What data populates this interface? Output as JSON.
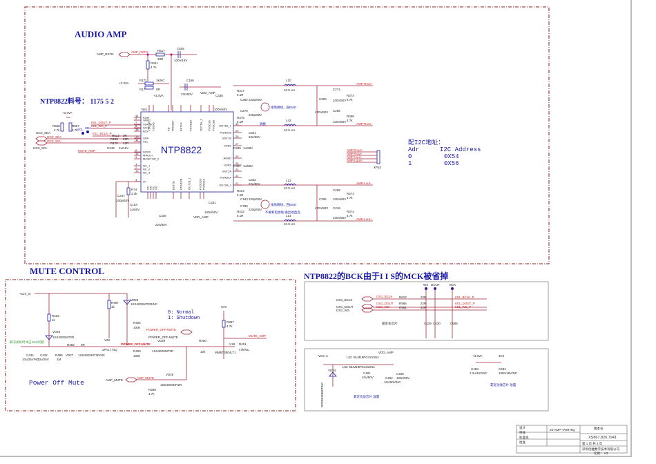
{
  "sections": {
    "audio_amp_title": "AUDIO AMP",
    "mute_control_title": "MUTE CONTROL",
    "ntp_note": "NTP8822料号：  1175 5 2",
    "i2s_note": "NTP8822的BCK由于I I S的MCK被省掉",
    "power_off_mute": "Power Off Mute",
    "mute_legend": [
      "0: Normal",
      "1: Shutdown"
    ]
  },
  "i2c_table": {
    "title": "配I2C地址：",
    "headers": [
      "Adr",
      "I2C Address"
    ],
    "rows": [
      [
        "0",
        "0X54"
      ],
      [
        "1",
        "0X56"
      ]
    ]
  },
  "chip": {
    "ref": "N61",
    "name": "NTP8822",
    "left_pins": [
      {
        "num": "41",
        "name": "Epad"
      },
      {
        "num": "4",
        "name": "GND"
      },
      {
        "num": "7",
        "name": "SDATA"
      },
      {
        "num": "8",
        "name": "WCK"
      },
      {
        "num": "38",
        "name": "BCK"
      },
      {
        "num": "10",
        "name": "SDA"
      },
      {
        "num": "11",
        "name": "SCL"
      },
      {
        "num": "6",
        "name": "DVDD"
      },
      {
        "num": "12",
        "name": "#FAULT"
      },
      {
        "num": "9",
        "name": "MONITOR_0"
      },
      {
        "num": "1",
        "name": "NC_1"
      },
      {
        "num": "2",
        "name": "NC_2"
      },
      {
        "num": "13",
        "name": "NC_3"
      },
      {
        "num": "3",
        "name": "LP"
      }
    ],
    "right_pins": [
      {
        "num": "30",
        "name": "OUT1B_1"
      },
      {
        "num": "29",
        "name": "PGND1B"
      },
      {
        "num": "28",
        "name": "BST1B"
      },
      {
        "num": "27",
        "name": "VDR1"
      },
      {
        "num": "25",
        "name": "AGND"
      },
      {
        "num": "24",
        "name": "VDR2"
      },
      {
        "num": "23",
        "name": "BST2A"
      },
      {
        "num": "22",
        "name": "PGND2A"
      },
      {
        "num": "21",
        "name": "OUT2A_1"
      }
    ],
    "top_pins": [
      "VDD_PLL",
      "VDDIO",
      "AD",
      "#RESET",
      "BST1A",
      "PGND1A",
      "OUT1A_1",
      "PVDD1A",
      "PVDD1B"
    ],
    "bottom_pins": [
      "NC",
      "NC",
      "NC",
      "NC",
      "BST2B",
      "PGND2B",
      "OUT2B_1",
      "PVDD2B",
      "PVDD2A"
    ]
  },
  "nets": {
    "amp_rstn": "AMP_RSTN",
    "v33va": "+3.3VA",
    "vdd_amp": "VDD_AMP",
    "i2c0_sda": "I2C0_SDA",
    "i2c0_scl": "I2C0_SCL",
    "iis1_dout_p": "IIS1_DOUT_P",
    "iis1_ws_p": "IIS1_WS_P",
    "iis1_bclk_p": "IIS1_BCLK_P",
    "mute_amp": "MUTE_AMP",
    "amp_rout_p": "AMP-Rout+",
    "amp_rout_n": "AMP-Rout-",
    "amp_lout_n": "AMP-Lout-",
    "amp_lout_p": "AMP-Lout+",
    "v12_in": "+12V_in",
    "power_off_mute": "POWER_OFF-MUTE",
    "amp_mute": "AMP_MUTE",
    "v3v3": "3V3",
    "vcc_a": "VCC-A",
    "i2s1_bclk": "I2S1_BCLK",
    "i2s1_dout": "I2S1_DOUT",
    "i2s1_ws": "I2S1_WS"
  },
  "components": {
    "r617": [
      "R617",
      "33R"
    ],
    "c505": [
      "C505",
      "100n/16V"
    ],
    "r341": [
      "R341",
      "4.7k"
    ],
    "r171": [
      "R171",
      "1k/NC"
    ],
    "r17": [
      "R17",
      "0R"
    ],
    "c168": [
      "C168",
      "22n/50V"
    ],
    "c338": [
      "C338",
      "100n/50V"
    ],
    "r558": [
      "R558",
      "4.7k"
    ],
    "r557": [
      "R557",
      "4.7k"
    ],
    "r613": [
      "R613",
      "0R"
    ],
    "r169": [
      "R169",
      "22R"
    ],
    "r170": [
      "R170",
      "22R"
    ],
    "c246": [
      "C246",
      "1u/16V"
    ],
    "c247": [
      "C247",
      "100p/50V"
    ],
    "r74": [
      "R74",
      "3.3k"
    ],
    "c103": [
      "C103",
      "1u/50V"
    ],
    "c336": [
      "C336",
      "22n/50V"
    ],
    "c331": [
      "C331",
      "100n/50V"
    ],
    "r317": [
      "R317",
      "5.1R"
    ],
    "c282": [
      "C282",
      "220p/50V"
    ],
    "c270": [
      "C270",
      "220p/50V"
    ],
    "r375": [
      "R375",
      "5.1R"
    ],
    "l10": [
      "L10",
      "10.0 uH"
    ],
    "l42": [
      "L42",
      "10.0 uH"
    ],
    "c293": [
      "C293",
      "470n/50V"
    ],
    "c274": [
      "C274",
      "100n/50V"
    ],
    "c255": [
      "C255",
      "100n/50V"
    ],
    "r374": [
      "R374",
      "4.7k"
    ],
    "r358": [
      "R358",
      "4.7k"
    ],
    "c341": [
      "C341",
      "22n/50V"
    ],
    "c299": [
      "C299",
      "1u/50V"
    ],
    "c301": [
      "C301",
      "1u/50V"
    ],
    "c342": [
      "C342",
      "22n/50V"
    ],
    "r434": [
      "R434",
      "5.1R"
    ],
    "c163": [
      "C163",
      "220p/50V"
    ],
    "c799": [
      "C799",
      "220p/50V"
    ],
    "r433": [
      "R433",
      "5.1R"
    ],
    "l12": [
      "L12",
      "10.0 uH"
    ],
    "l13": [
      "L13",
      "10.0 uH"
    ],
    "c306": [
      "C306",
      "470n/50V"
    ],
    "c258": [
      "C258",
      "100n/50V"
    ],
    "c249": [
      "C249",
      "100n/50V"
    ],
    "r373": [
      "R373",
      "4.7k"
    ],
    "r372": [
      "R372",
      "4.7k"
    ],
    "xp10": "XP10",
    "r403": [
      "R403",
      "1k"
    ],
    "vd25": [
      "VD25",
      "1SS400SMT2R"
    ],
    "c434": [
      "C434",
      "10u/25V/NC"
    ],
    "c432": [
      "C432",
      "10u/25V"
    ],
    "r485": [
      "R485",
      "1M"
    ],
    "r482": [
      "R482",
      "0R"
    ],
    "vd27": [
      "VD27",
      "1SS400SMT2R/NC"
    ],
    "r487": [
      "R487",
      "1k"
    ],
    "vd26": [
      "VD26",
      "1SS400SMT2R/NC"
    ],
    "r404": [
      "R404",
      "100k"
    ],
    "v23": [
      "V23",
      "2PA1774Q"
    ],
    "r409": [
      "R409",
      "100k"
    ],
    "vd29": [
      "VD29",
      "1SS400SMT2R"
    ],
    "vd28": [
      "VD28",
      "1SS400SMT2R"
    ],
    "r398": [
      "R398",
      "4.7k"
    ],
    "r400": [
      "R400",
      "10k"
    ],
    "r397": [
      "R397",
      "4.7k"
    ],
    "v19": [
      "V19",
      "MMBT3904LT1"
    ],
    "r401": [
      "R401",
      "47k/NC"
    ],
    "r612": [
      "R612",
      "22R"
    ],
    "r566": [
      "R566",
      "22R"
    ],
    "r561": [
      "R561",
      "22R"
    ],
    "c429": [
      "C429",
      "10p/50V"
    ],
    "c430": [
      "C430",
      "10p/50V"
    ],
    "c505b": [
      "C585",
      "10p/50V"
    ],
    "l52": [
      "L52",
      "BLM18PG121SN1"
    ],
    "l53": [
      "L53",
      "BLM18PG121SN1"
    ],
    "vd34": [
      "VD34",
      "SP0S01DEBT/NC"
    ],
    "c401": [
      "C401",
      "10u/50V"
    ],
    "c402": [
      "C402",
      "10u/50V/NC"
    ],
    "c408": [
      "C408",
      "100n/50V"
    ],
    "c483": [
      "C483",
      "2.2u/10V/NC"
    ],
    "c484": [
      "C484",
      "100n/16V/NC"
    ]
  },
  "notes": {
    "emi_l": "接地跳线，回EMO",
    "emi_l2": "不要和电源线 输出地直连",
    "swap": "调换",
    "near_amp": "靠近功放芯片 放置",
    "near_main": "靠近主芯片",
    "i2s_labels": [
      "WS",
      "DOUT",
      "BCK"
    ],
    "green_note": "解决关机时冲击 EMI问题"
  },
  "title_block": {
    "rows": [
      "设计",
      "审核",
      "标准化",
      "批准"
    ],
    "model": "26-AMP-TA8979Q",
    "doc_no": "XS867.820.7941",
    "version_label": "版本号",
    "sheet": "第 1 页 共 2 页",
    "company": "深圳创维数字技术有限公司",
    "scale": "比例： A3"
  }
}
